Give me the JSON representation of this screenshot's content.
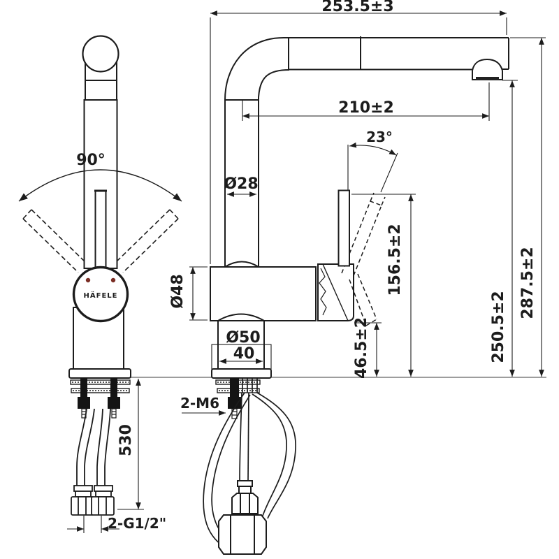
{
  "drawing": {
    "title": "pull-out-kitchen-mixer-dimension-drawing",
    "front_view": {
      "swivel_angle": "90°",
      "logo": "HÄFELE",
      "hose_length": "530",
      "connection_thread": "2-G1/2\"",
      "dots_color": "#7b2e25"
    },
    "side_view": {
      "spout_overall": "253.5±3",
      "spout_reach": "210±2",
      "spout_tube_dia": "Ø28",
      "lever_angle": "23°",
      "overall_height": "287.5±2",
      "spout_height": "250.5±2",
      "lever_top_height": "156.5±2",
      "body_bottom_height": "46.5±2",
      "body_dia": "Ø48",
      "base_dia": "Ø50",
      "base_width": "40",
      "fixing_studs": "2-M6"
    },
    "line_color": "#1c1c1c",
    "surface_line_color": "#7d7d7d"
  }
}
